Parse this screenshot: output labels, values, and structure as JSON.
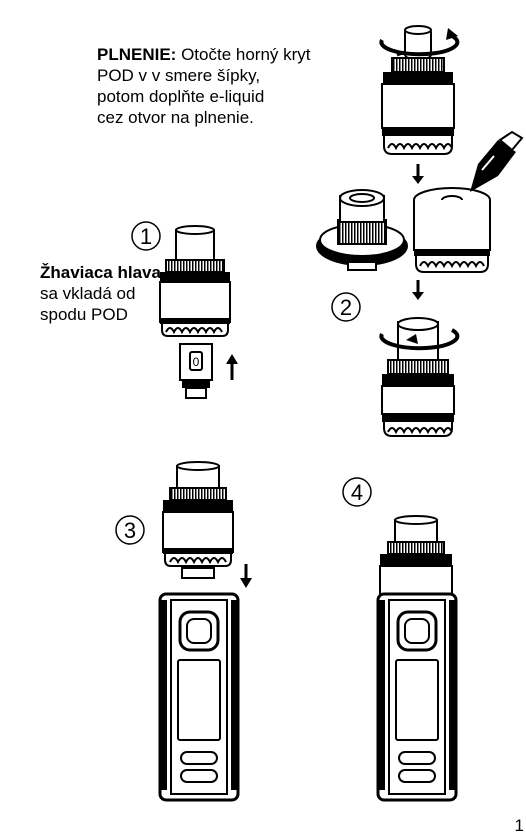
{
  "filling": {
    "heading": "PLNENIE:",
    "line1_rest": " Otočte horný kryt",
    "line2": "POD v v smere šípky,",
    "line3": "potom doplňte e-liquid",
    "line4": "cez otvor na plnenie."
  },
  "coil": {
    "bold": "Žhaviaca hlava",
    "rest": " sa vkladá od spodu POD"
  },
  "steps": [
    "1",
    "2",
    "3",
    "4"
  ],
  "coil_label": "0",
  "page_number": "1"
}
